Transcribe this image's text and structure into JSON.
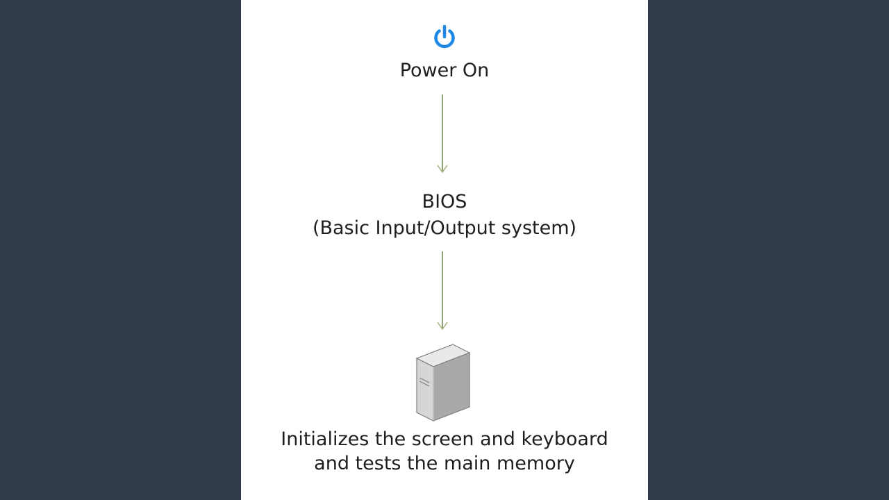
{
  "diagram": {
    "colors": {
      "background": "#313a49",
      "canvas": "#ffffff",
      "power_icon": "#1e88e5",
      "arrow": "#6f8a56",
      "text": "#1e1e1e"
    },
    "nodes": [
      {
        "id": "power-on",
        "icon": "power-icon",
        "lines": [
          "Power On"
        ]
      },
      {
        "id": "bios",
        "lines": [
          "BIOS",
          "(Basic Input/Output system)"
        ]
      },
      {
        "id": "initialize",
        "icon": "server-tower-icon",
        "lines": [
          "Initializes the screen and keyboard",
          "and tests the main memory"
        ]
      }
    ],
    "edges": [
      {
        "from": "power-on",
        "to": "bios"
      },
      {
        "from": "bios",
        "to": "initialize"
      }
    ]
  }
}
